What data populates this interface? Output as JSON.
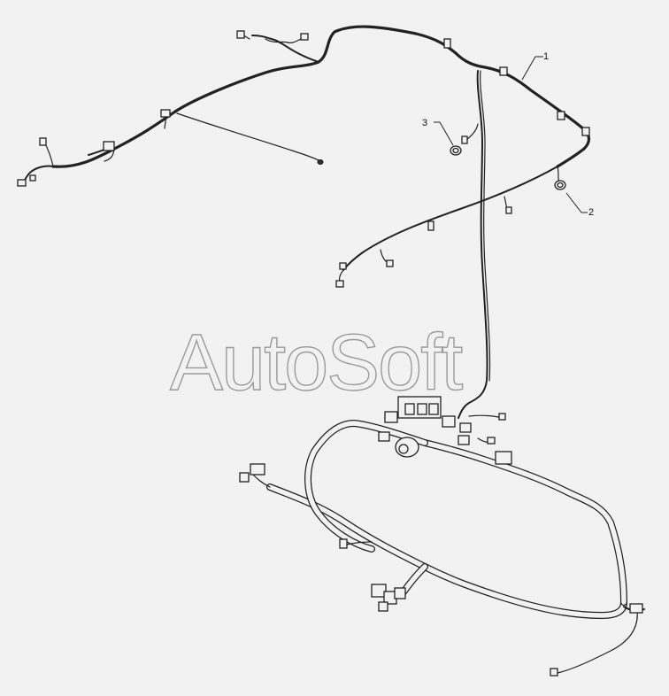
{
  "diagram": {
    "callouts": [
      {
        "id": "callout-1",
        "label": "1"
      },
      {
        "id": "callout-2",
        "label": "2"
      },
      {
        "id": "callout-3",
        "label": "3"
      }
    ]
  },
  "watermark": {
    "text": "AutoSoft"
  },
  "colors": {
    "background": "#f2f2f2",
    "line": "#222222",
    "watermark": "#9a9a9a"
  }
}
